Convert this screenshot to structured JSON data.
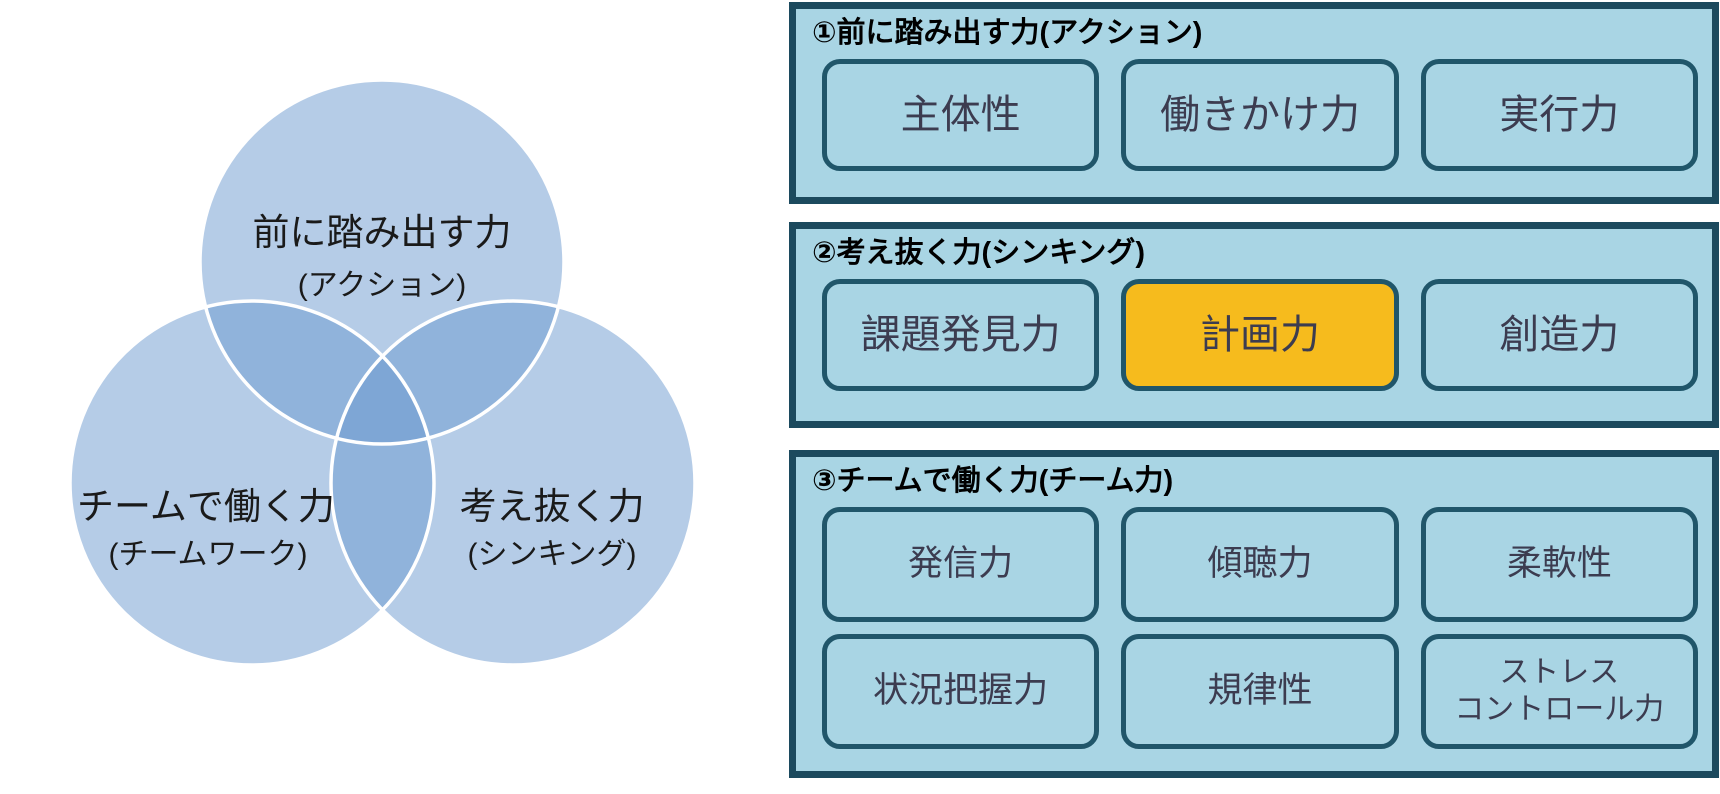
{
  "colors": {
    "panel_bg": "#A9D5E4",
    "panel_border": "#1C4A5E",
    "box_border": "#20566A",
    "box_text": "#3C3C50",
    "highlight_bg": "#F6BB1D",
    "venn_fill": "#6B99D0",
    "venn_text": "#1A1A1A",
    "title_text": "#000000"
  },
  "venn": {
    "circles": [
      {
        "label": "前に踏み出す力",
        "sublabel": "(アクション)"
      },
      {
        "label": "チームで働く力",
        "sublabel": "(チームワーク)"
      },
      {
        "label": "考え抜く力",
        "sublabel": "(シンキング)"
      }
    ]
  },
  "panels": [
    {
      "title": "①前に踏み出す力(アクション)",
      "items": [
        {
          "label": "主体性"
        },
        {
          "label": "働きかけ力"
        },
        {
          "label": "実行力"
        }
      ]
    },
    {
      "title": "②考え抜く力(シンキング)",
      "items": [
        {
          "label": "課題発見力"
        },
        {
          "label": "計画力",
          "highlighted": true
        },
        {
          "label": "創造力"
        }
      ]
    },
    {
      "title": "③チームで働く力(チーム力)",
      "rows": [
        [
          {
            "label": "発信力"
          },
          {
            "label": "傾聴力"
          },
          {
            "label": "柔軟性"
          }
        ],
        [
          {
            "label": "状況把握力"
          },
          {
            "label": "規律性"
          },
          {
            "label": "ストレス\nコントロール力",
            "small": true
          }
        ]
      ]
    }
  ]
}
